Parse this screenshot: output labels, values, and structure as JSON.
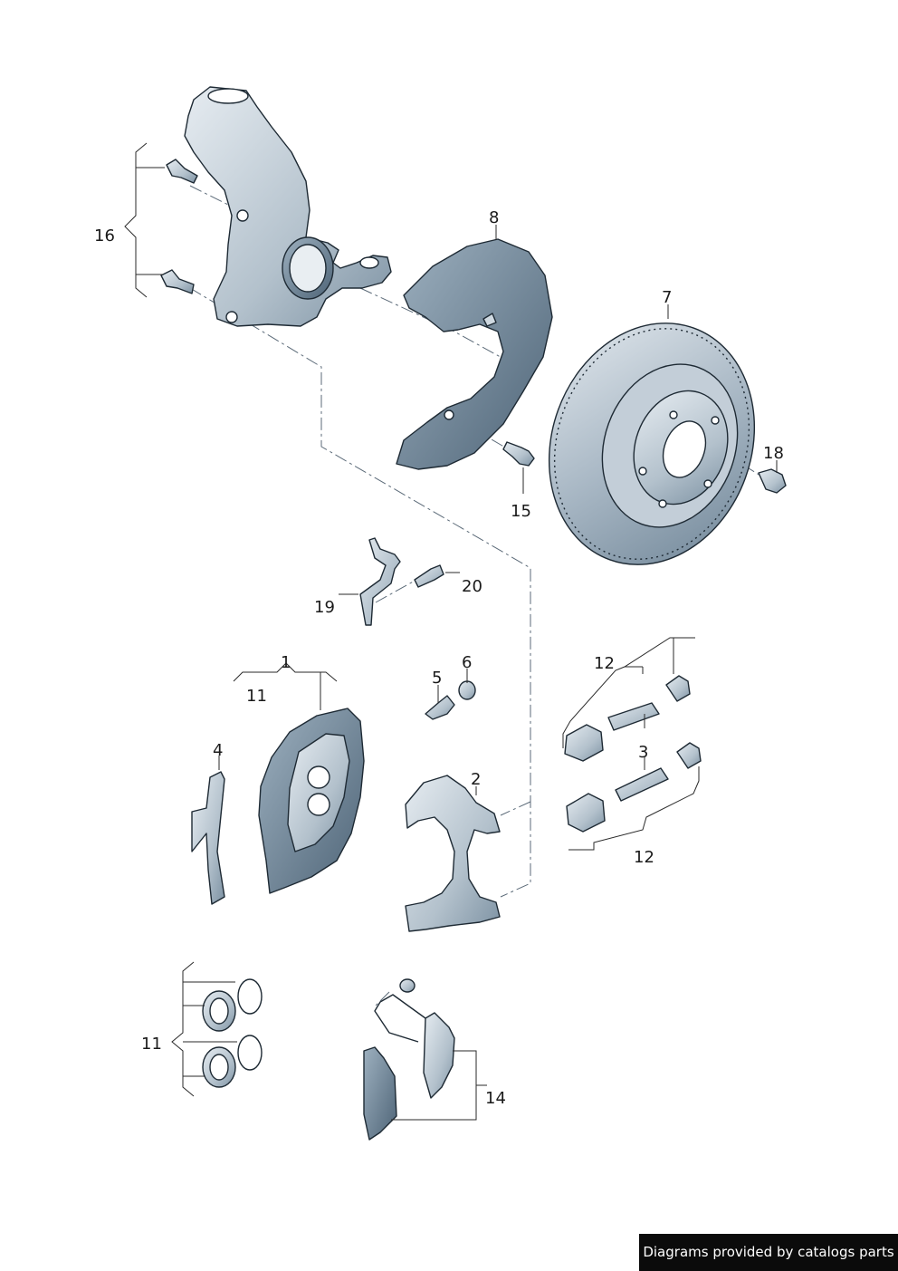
{
  "labels": {
    "p1": "1",
    "p2": "2",
    "p3": "3",
    "p4": "4",
    "p5": "5",
    "p6": "6",
    "p7": "7",
    "p8": "8",
    "p11a": "11",
    "p11b": "11",
    "p12a": "12",
    "p12b": "12",
    "p14": "14",
    "p15": "15",
    "p16": "16",
    "p18": "18",
    "p19": "19",
    "p20": "20"
  },
  "credit": "Diagrams provided by catalogs parts",
  "colors": {
    "part_light": "#d4dde4",
    "part_mid": "#8fa2b2",
    "part_dark": "#5d7387",
    "outline": "#1e2a34",
    "credit_bg": "#0b0b0b"
  }
}
